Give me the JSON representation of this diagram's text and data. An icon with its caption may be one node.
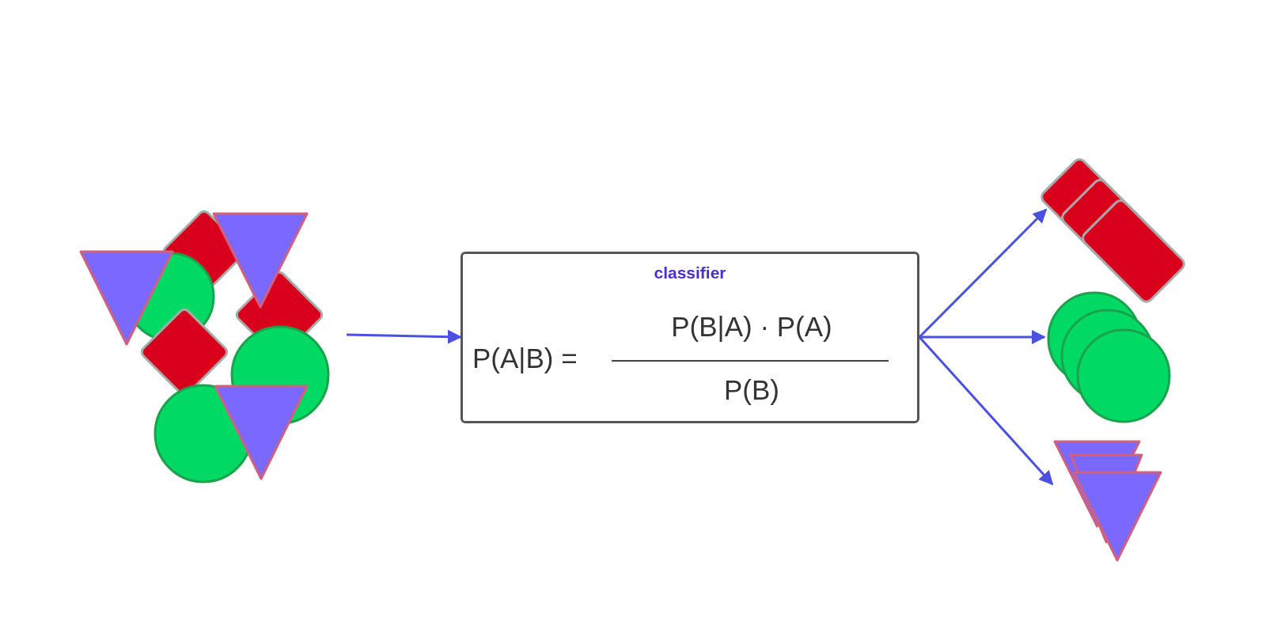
{
  "diagram": {
    "nodes": [
      {
        "text": [],
        "shape": "picture"
      },
      {
        "text": [
          "classifier",
          "P(A|B) =",
          "P(B|A) · P(A)",
          "P(B)"
        ]
      },
      {
        "text": [],
        "shape": "box"
      },
      {
        "text": [],
        "shape": "circle"
      },
      {
        "text": [],
        "shape": "picture"
      }
    ],
    "edges": [
      {
        "from": 0,
        "to": 1,
        "arrow": "to"
      },
      {
        "from": 1,
        "to": 2,
        "arrow": "to"
      },
      {
        "from": 1,
        "to": 3,
        "arrow": "to"
      },
      {
        "from": 1,
        "to": 4,
        "arrow": "to"
      }
    ]
  }
}
